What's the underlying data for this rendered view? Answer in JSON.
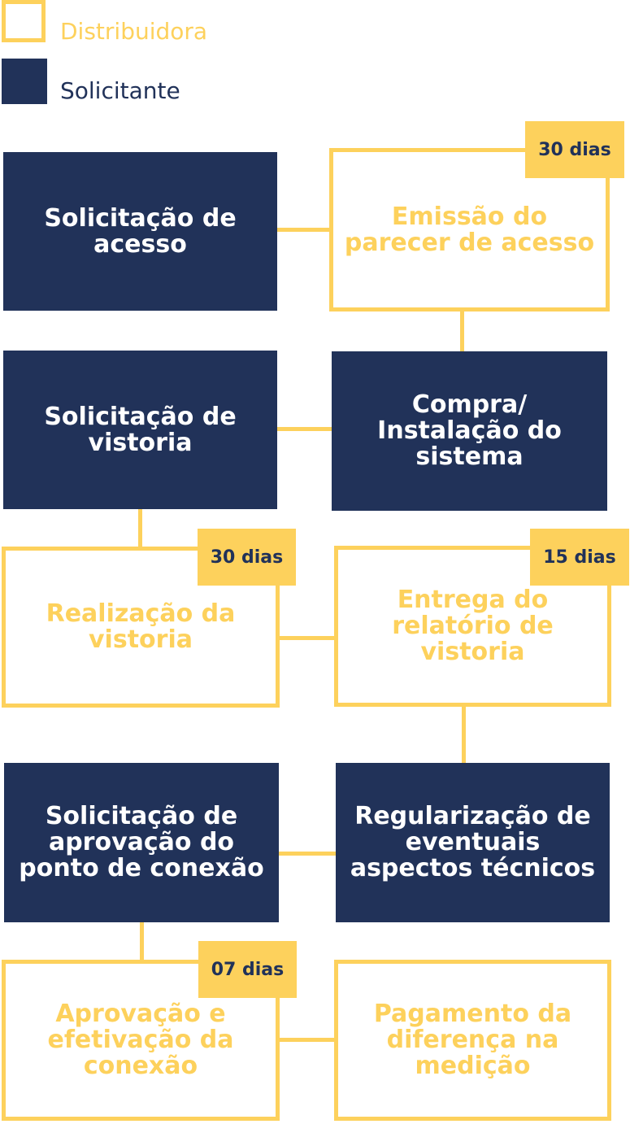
{
  "colors": {
    "distribuidora": "#fdd15c",
    "solicitante": "#213259",
    "connector": "#fdd15c"
  },
  "legend": {
    "distribuidora": "Distribuidora",
    "solicitante": "Solicitante"
  },
  "steps": {
    "solicitacao_acesso": "Solicitação de\nacesso",
    "emissao_parecer": "Emissão do\nparecer de acesso",
    "solicitacao_vistoria": "Solicitação de\nvistoria",
    "compra_instalacao": "Compra/\nInstalação do\nsistema",
    "realizacao_vistoria": "Realização da\nvistoria",
    "entrega_relatorio": "Entrega do\nrelatório de\nvistoria",
    "solicitacao_aprovacao": "Solicitação de\naprovação do\nponto de conexão",
    "regularizacao": "Regularização de\neventuais\naspectos técnicos",
    "aprovacao_efetivacao": "Aprovação e\nefetivação da\nconexão",
    "pagamento_diferenca": "Pagamento da\ndiferença na\nmedição"
  },
  "badges": {
    "emissao_parecer": "30 dias",
    "realizacao_vistoria": "30 dias",
    "entrega_relatorio": "15 dias",
    "aprovacao_efetivacao": "07 dias"
  }
}
